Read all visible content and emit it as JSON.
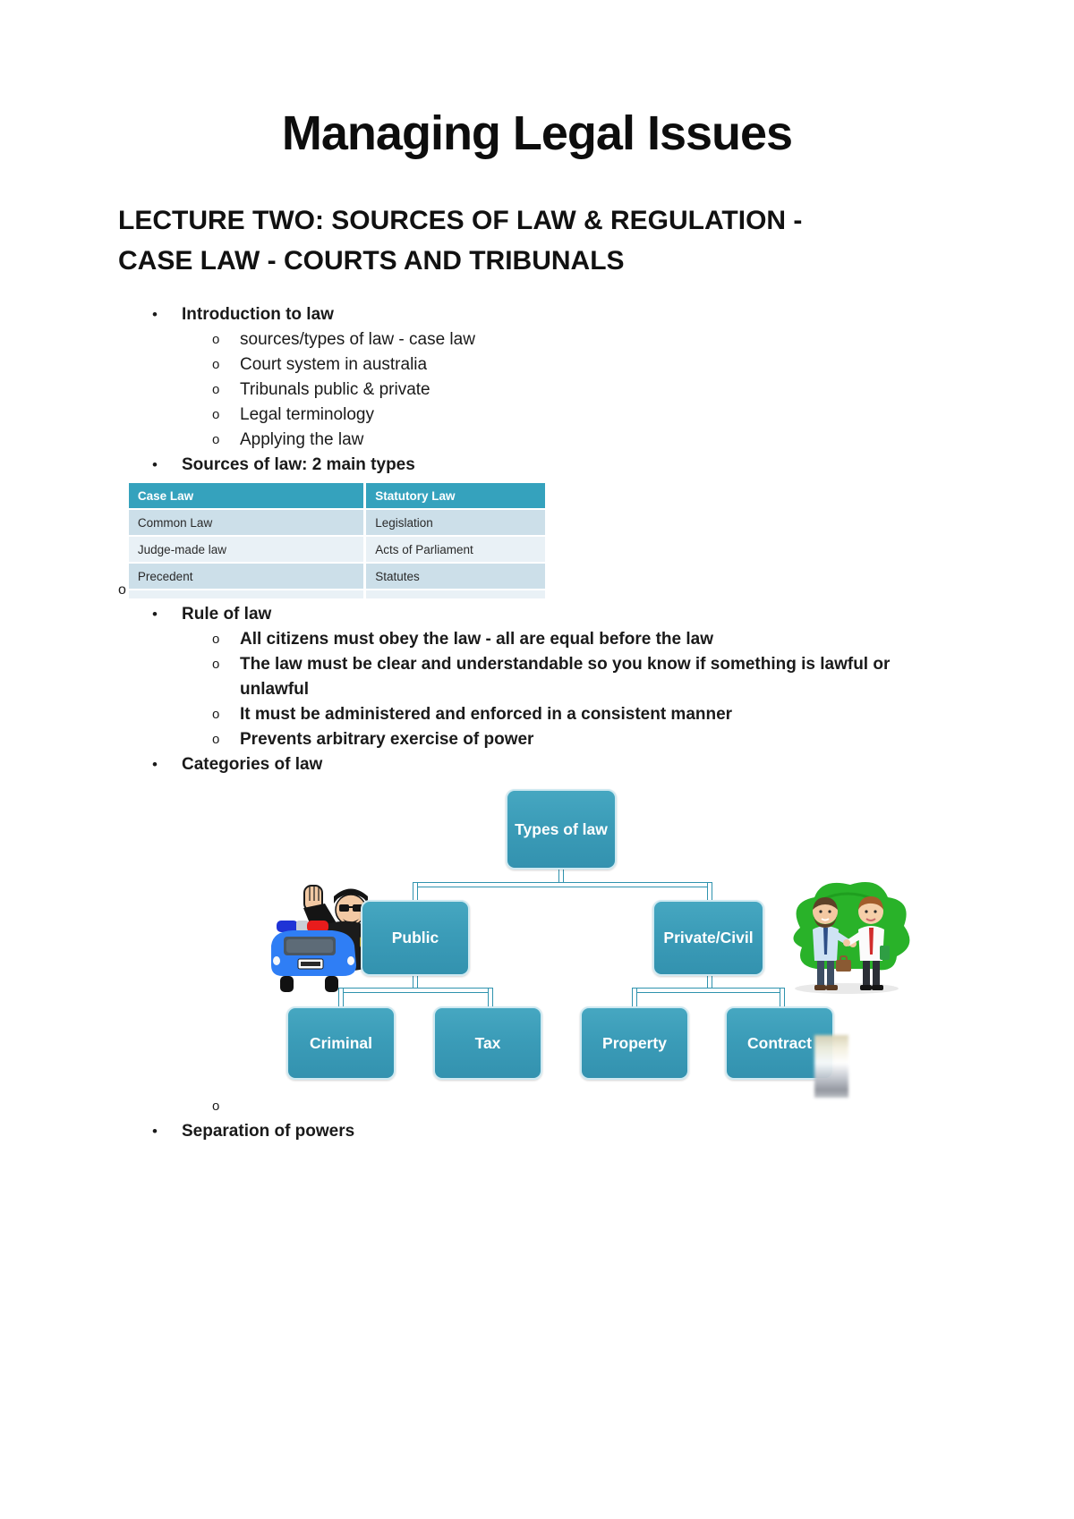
{
  "page": {
    "title": "Managing Legal Issues",
    "heading": "LECTURE TWO: SOURCES OF LAW & REGULATION - CASE LAW - COURTS AND TRIBUNALS"
  },
  "markers": {
    "l1": "•",
    "l2": "o"
  },
  "outline": {
    "intro": {
      "label": "Introduction to law",
      "items": [
        "sources/types of law - case law",
        "Court system in australia",
        "Tribunals public & private",
        "Legal terminology",
        "Applying the law"
      ]
    },
    "sources_label": "Sources of law: 2 main types",
    "rule": {
      "label": "Rule of law",
      "items": [
        "All citizens must obey the law - all are equal before the law",
        "The law must be clear and understandable so you know if something is lawful or unlawful",
        "It must be administered and enforced in a consistent manner",
        "Prevents arbitrary exercise of power"
      ]
    },
    "categories_label": "Categories of law",
    "separation_label": "Separation of powers"
  },
  "table": {
    "headers": [
      "Case Law",
      "Statutory Law"
    ],
    "rows": [
      [
        "Common Law",
        "Legislation"
      ],
      [
        "Judge-made law",
        "Acts of Parliament"
      ],
      [
        "Precedent",
        "Statutes"
      ]
    ]
  },
  "diagram": {
    "root": "Types of law",
    "level1": [
      "Public",
      "Private/Civil"
    ],
    "level2": [
      "Criminal",
      "Tax",
      "Property",
      "Contract"
    ],
    "images": [
      "police-officer-with-car",
      "businessmen-meeting"
    ]
  },
  "colors": {
    "node_teal": "#3b9cb8",
    "connector": "#2f93ae",
    "table_header": "#35a2bd",
    "table_row_dark": "#ccdfe9",
    "table_row_light": "#e9f1f6"
  }
}
